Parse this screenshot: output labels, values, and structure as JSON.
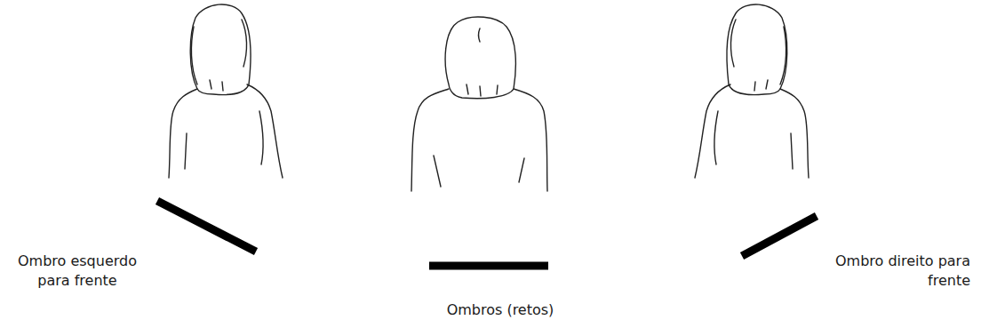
{
  "diagram": {
    "labels": [
      "Ombro esquerdo para frente",
      "Ombros (retos)",
      "Ombro direito para frente"
    ]
  }
}
